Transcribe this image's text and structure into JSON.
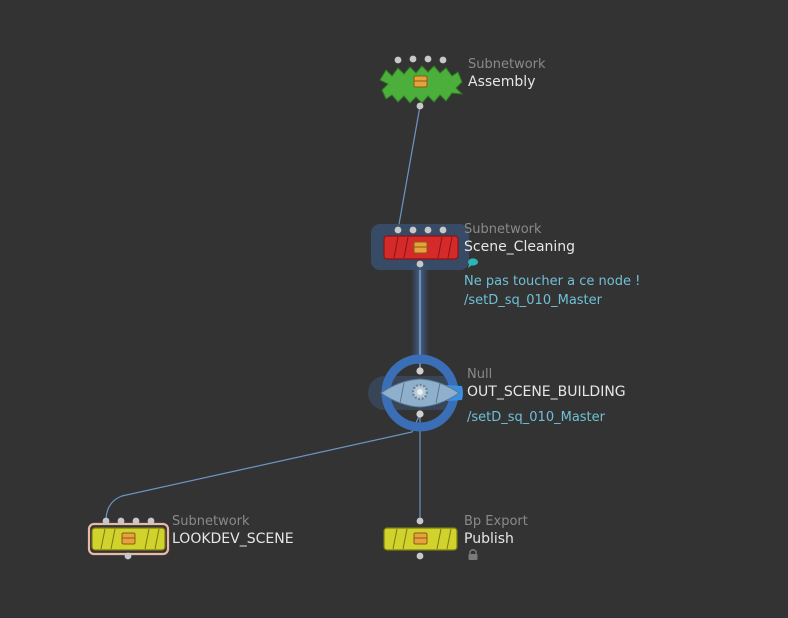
{
  "network": {
    "nodes": {
      "assembly": {
        "type": "Subnetwork",
        "name": "Assembly",
        "color": "#4caf3c"
      },
      "scene_cleaning": {
        "type": "Subnetwork",
        "name": "Scene_Cleaning",
        "comment": "Ne pas toucher a ce node !",
        "path": "/setD_sq_010_Master",
        "color": "#d42a2a"
      },
      "out_scene_building": {
        "type": "Null",
        "name": "OUT_SCENE_BUILDING",
        "path": "/setD_sq_010_Master",
        "color": "#8fb0cc"
      },
      "lookdev_scene": {
        "type": "Subnetwork",
        "name": "LOOKDEV_SCENE",
        "color": "#d2d22c"
      },
      "publish": {
        "type": "Bp Export",
        "name": "Publish",
        "color": "#d2d22c"
      }
    },
    "colors": {
      "background": "#333333",
      "wire": "#6a96c4",
      "selection": "#3d5d8a",
      "accent": "#3a8fe0",
      "comment": "#6fc0d6"
    },
    "icons": [
      "package-icon",
      "null-gear-icon",
      "comment-icon",
      "lock-icon"
    ]
  }
}
